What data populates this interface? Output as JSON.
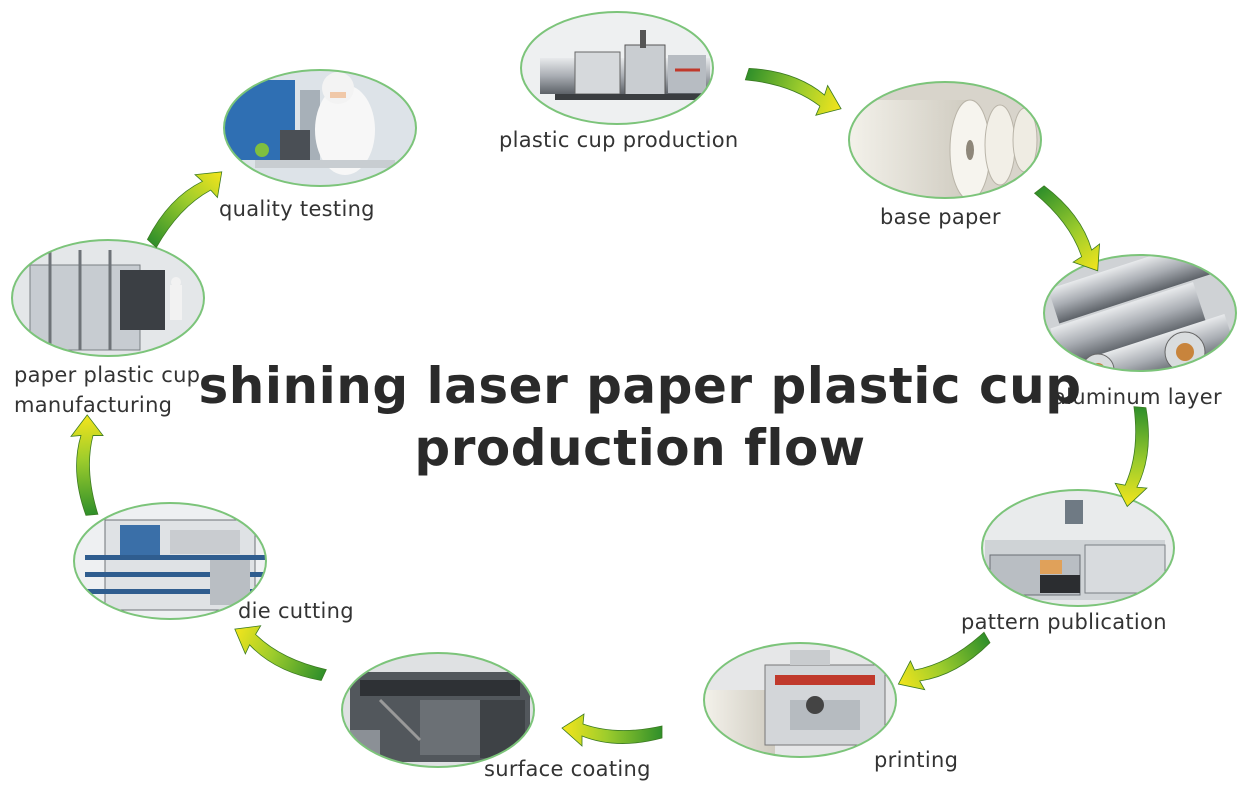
{
  "title": {
    "line1": "shining laser paper plastic cup",
    "line2": "production flow"
  },
  "steps": {
    "plastic_cup_production": "plastic cup production",
    "base_paper": "base paper",
    "aluminum_layer": "aluminum layer",
    "pattern_publication": "pattern publication",
    "printing": "printing",
    "surface_coating": "surface coating",
    "die_cutting": "die cutting",
    "paper_plastic_cup_manufacturing_l1": "paper plastic cup",
    "paper_plastic_cup_manufacturing_l2": "manufacturing",
    "quality_testing": "quality testing"
  },
  "colors": {
    "arrow_green": "#3b9a2a",
    "arrow_yellow": "#f2e21a",
    "ellipse_border": "#7cc47a",
    "text": "#333333"
  }
}
